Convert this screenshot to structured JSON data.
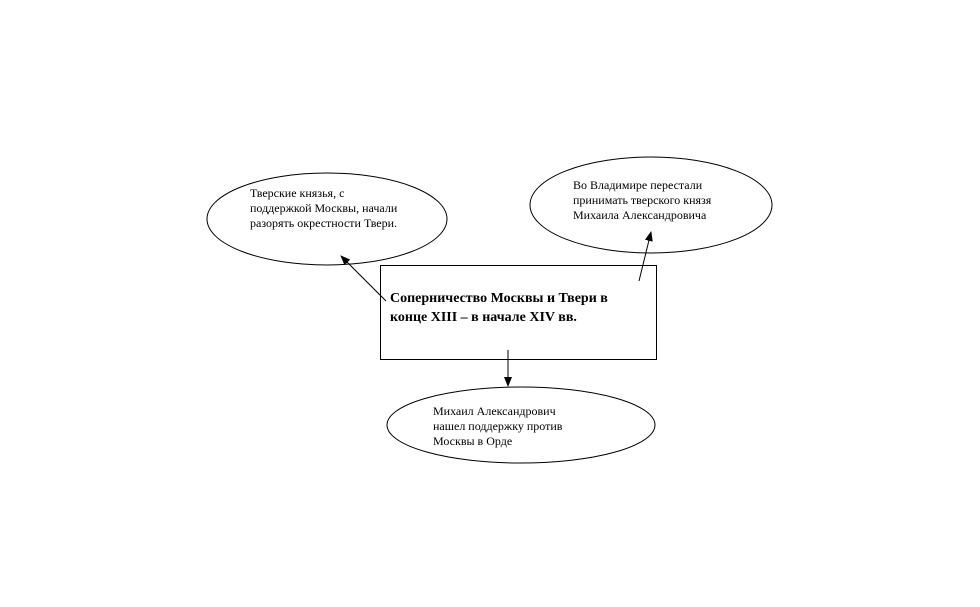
{
  "diagram": {
    "center": {
      "lines": [
        "Соперничество Москвы и Твери в",
        "конце XIII – в начале XIV вв."
      ]
    },
    "left_ellipse": {
      "lines": [
        "Тверские князья, с",
        "поддержкой Москвы, начали",
        "разорять окрестности Твери."
      ]
    },
    "right_ellipse": {
      "lines": [
        "Во Владимире перестали",
        "принимать тверского князя",
        "Михаила Александровича"
      ]
    },
    "bottom_ellipse": {
      "lines": [
        "Михаил Александрович",
        "нашел поддержку против",
        "Москвы в Орде"
      ]
    }
  }
}
